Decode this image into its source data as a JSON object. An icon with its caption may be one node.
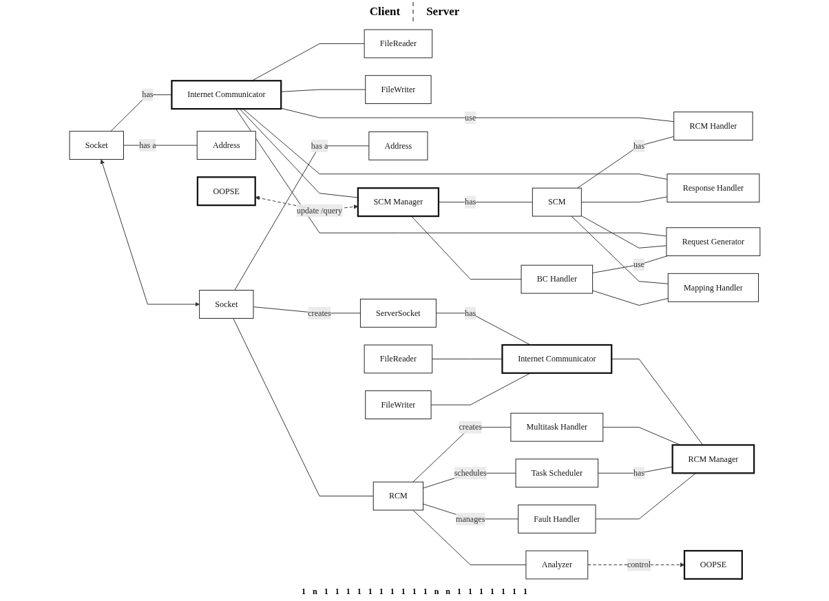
{
  "diagram": {
    "nodes": [
      {
        "text": [
          "Internet Communicator"
        ]
      },
      {
        "text": [
          "Socket"
        ]
      },
      {
        "text": [
          "Address"
        ]
      },
      {
        "text": [
          "FileReader"
        ]
      },
      {
        "text": [
          "FileWriter"
        ]
      },
      {
        "text": [
          "SCM Manager"
        ]
      },
      {
        "text": [
          "SCM"
        ]
      },
      {
        "text": [
          "RCM Handler"
        ]
      },
      {
        "text": [
          "Response Handler"
        ]
      },
      {
        "text": [
          "Request Generator"
        ]
      },
      {
        "text": [
          "Mapping Handler"
        ]
      },
      {
        "text": [
          "BC Handler"
        ]
      },
      {
        "text": [
          "OOPSE"
        ]
      },
      {
        "text": [
          "Socket"
        ]
      },
      {
        "text": [
          "ServerSocket"
        ]
      },
      {
        "text": [
          "Internet Communicator"
        ]
      },
      {
        "text": [
          "Address"
        ]
      },
      {
        "text": [
          "FileReader"
        ]
      },
      {
        "text": [
          "FileWriter"
        ]
      },
      {
        "text": [
          "Multitask Handler"
        ]
      },
      {
        "text": [
          "RCM"
        ]
      },
      {
        "text": [
          "Task Scheduler"
        ]
      },
      {
        "text": [
          "RCM Manager"
        ]
      },
      {
        "text": [
          "Fault Handler"
        ]
      },
      {
        "text": [
          "Analyzer"
        ]
      },
      {
        "text": [
          "OOPSE"
        ]
      }
    ],
    "edges": [
      {
        "from": 1,
        "to": 0,
        "arrow": "none",
        "label": "has"
      },
      {
        "from": 0,
        "to": 3,
        "arrow": "none"
      },
      {
        "from": 0,
        "to": 4,
        "arrow": "none"
      },
      {
        "from": 1,
        "to": 2,
        "arrow": "none",
        "label": "has a"
      },
      {
        "from": 1,
        "to": 13,
        "arrow": "both"
      },
      {
        "from": 13,
        "to": 14,
        "arrow": "none",
        "label": "creates"
      },
      {
        "from": 13,
        "to": 16,
        "arrow": "none",
        "label": "has a"
      },
      {
        "from": 14,
        "to": 15,
        "arrow": "none",
        "label": "has"
      },
      {
        "from": 17,
        "to": 15,
        "arrow": "none"
      },
      {
        "from": 18,
        "to": 15,
        "arrow": "none"
      },
      {
        "from": 0,
        "to": 5,
        "arrow": "none"
      },
      {
        "from": 15,
        "to": 22,
        "arrow": "none"
      },
      {
        "from": 13,
        "to": 20,
        "arrow": "none"
      },
      {
        "from": 0,
        "to": 7,
        "arrow": "none",
        "label": "use"
      },
      {
        "from": 0,
        "to": 8,
        "arrow": "none"
      },
      {
        "from": 0,
        "to": 9,
        "arrow": "none"
      },
      {
        "from": 5,
        "to": 6,
        "arrow": "none",
        "label": "has"
      },
      {
        "from": 5,
        "to": 11,
        "arrow": "none"
      },
      {
        "from": 6,
        "to": 7,
        "arrow": "none",
        "label": "has"
      },
      {
        "from": 6,
        "to": 8,
        "arrow": "none"
      },
      {
        "from": 6,
        "to": 9,
        "arrow": "none"
      },
      {
        "from": 6,
        "to": 10,
        "arrow": "none"
      },
      {
        "from": 20,
        "to": 19,
        "arrow": "none",
        "label": "creates"
      },
      {
        "from": 20,
        "to": 21,
        "arrow": "none",
        "label": "schedules"
      },
      {
        "from": 20,
        "to": 23,
        "arrow": "none",
        "label": "manages"
      },
      {
        "from": 19,
        "to": 22,
        "arrow": "none"
      },
      {
        "from": 21,
        "to": 22,
        "arrow": "none",
        "label": "has"
      },
      {
        "from": 23,
        "to": 22,
        "arrow": "none"
      },
      {
        "from": 11,
        "to": 9,
        "arrow": "none",
        "label": "use"
      },
      {
        "from": 11,
        "to": 10,
        "arrow": "none"
      },
      {
        "from": 12,
        "to": 5,
        "arrow": "both",
        "style": "dashed",
        "label": "update /query"
      },
      {
        "from": 20,
        "to": 24,
        "arrow": "none"
      },
      {
        "from": 24,
        "to": 25,
        "arrow": "to",
        "style": "dashed",
        "label": "control"
      }
    ],
    "labels": [
      "Client",
      "Server",
      "1",
      "n",
      "1",
      "1",
      "1",
      "1",
      "1",
      "1",
      "1",
      "1",
      "1",
      "1",
      "n",
      "n",
      "1",
      "1",
      "1",
      "1",
      "1",
      "1",
      "1"
    ]
  }
}
